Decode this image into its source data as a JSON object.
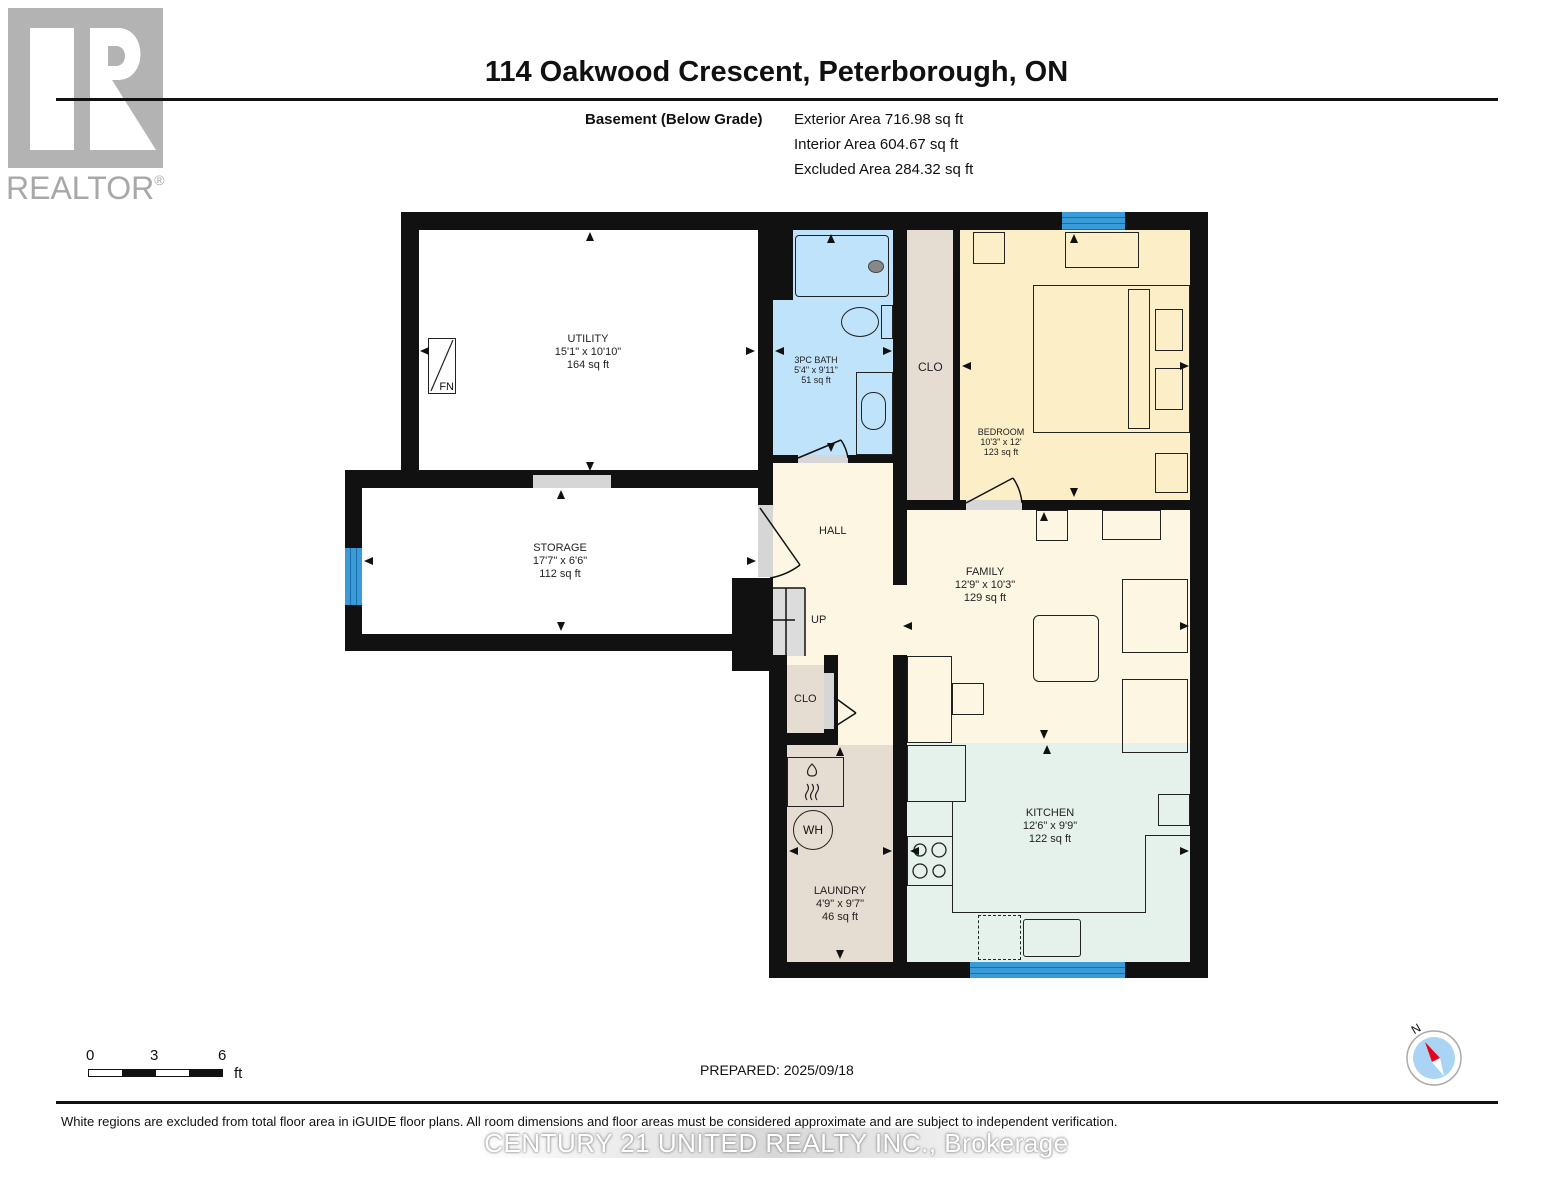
{
  "logo": {
    "text": "REALTOR",
    "reg_mark": "®",
    "color": "#b3b3b3"
  },
  "header": {
    "title": "114 Oakwood Crescent, Peterborough, ON",
    "floor_label": "Basement (Below Grade)",
    "areas": [
      {
        "label": "Exterior Area 716.98 sq ft"
      },
      {
        "label": "Interior Area 604.67 sq ft"
      },
      {
        "label": "Excluded Area 284.32 sq ft"
      }
    ]
  },
  "rooms": {
    "utility": {
      "name": "UTILITY",
      "dims": "15'1\" x 10'10\"",
      "area": "164 sq ft",
      "color": "#ffffff"
    },
    "storage": {
      "name": "STORAGE",
      "dims": "17'7\" x 6'6\"",
      "area": "112 sq ft",
      "color": "#ffffff"
    },
    "bath": {
      "name": "3PC BATH",
      "dims": "5'4\" x 9'11\"",
      "area": "51 sq ft",
      "color": "#bfe3fb"
    },
    "closet_main": {
      "name": "CLO",
      "color": "#e6ddd2"
    },
    "bedroom": {
      "name": "BEDROOM",
      "dims": "10'3\" x 12'",
      "area": "123 sq ft",
      "color": "#fcefc8"
    },
    "hall": {
      "name": "HALL",
      "color": "#fdf6e3"
    },
    "stairs": {
      "label": "UP",
      "color": "#dcdcdc"
    },
    "family": {
      "name": "FAMILY",
      "dims": "12'9\" x 10'3\"",
      "area": "129 sq ft",
      "color": "#fdf6e3"
    },
    "closet_hall": {
      "name": "CLO",
      "color": "#e6ddd2"
    },
    "laundry": {
      "name": "LAUNDRY",
      "dims": "4'9\" x 9'7\"",
      "area": "46 sq ft",
      "color": "#e6ddd2"
    },
    "kitchen": {
      "name": "KITCHEN",
      "dims": "12'6\" x 9'9\"",
      "area": "122 sq ft",
      "color": "#e5f2ec"
    }
  },
  "fixtures": {
    "furnace": "FN",
    "water_heater": "WH"
  },
  "colors": {
    "wall": "#111111",
    "window": "#3a9bd9",
    "door_gap": "#d6d6d6"
  },
  "scale": {
    "ticks": [
      "0",
      "3",
      "6"
    ],
    "unit": "ft"
  },
  "compass": {
    "label": "N",
    "needle_color": "#e8001c",
    "ring_color": "#a9d4f3"
  },
  "footer": {
    "prepared": "PREPARED: 2025/09/18",
    "disclaimer": "White regions are excluded from total floor area in iGUIDE floor plans. All room dimensions and floor areas must be considered approximate and are subject to independent verification.",
    "brokerage": "CENTURY 21 UNITED REALTY INC., Brokerage"
  }
}
